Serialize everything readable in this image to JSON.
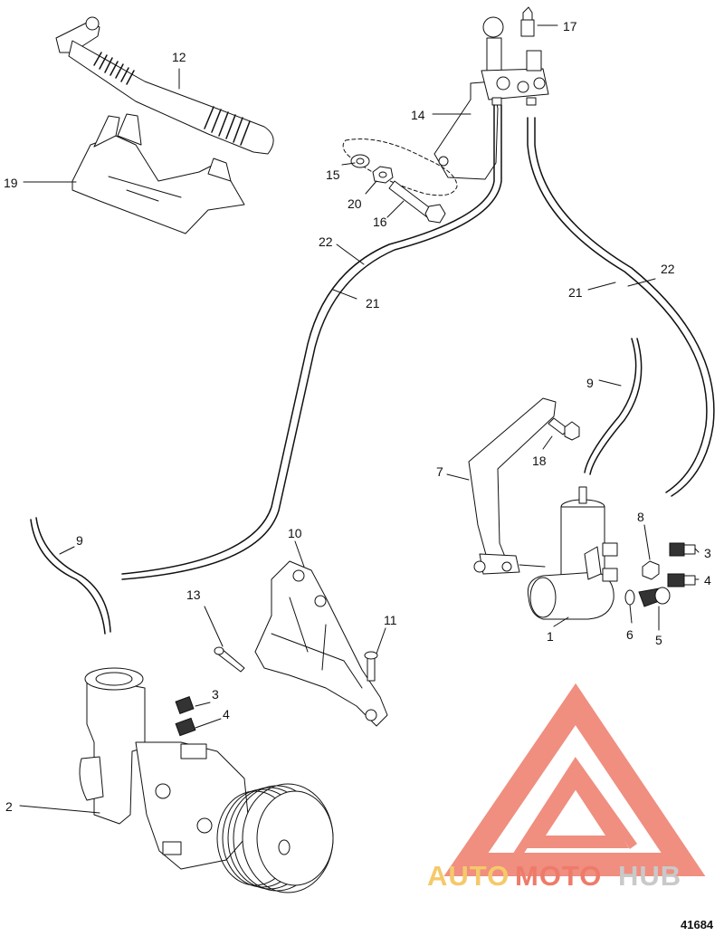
{
  "callouts": [
    {
      "id": "12",
      "text": "12"
    },
    {
      "id": "17",
      "text": "17"
    },
    {
      "id": "14",
      "text": "14"
    },
    {
      "id": "19",
      "text": "19"
    },
    {
      "id": "15",
      "text": "15"
    },
    {
      "id": "20",
      "text": "20"
    },
    {
      "id": "16",
      "text": "16"
    },
    {
      "id": "22a",
      "text": "22"
    },
    {
      "id": "21a",
      "text": "21"
    },
    {
      "id": "22b",
      "text": "22"
    },
    {
      "id": "21b",
      "text": "21"
    },
    {
      "id": "9a",
      "text": "9"
    },
    {
      "id": "18",
      "text": "18"
    },
    {
      "id": "7",
      "text": "7"
    },
    {
      "id": "8",
      "text": "8"
    },
    {
      "id": "3a",
      "text": "3"
    },
    {
      "id": "4a",
      "text": "4"
    },
    {
      "id": "1",
      "text": "1"
    },
    {
      "id": "6",
      "text": "6"
    },
    {
      "id": "5",
      "text": "5"
    },
    {
      "id": "9b",
      "text": "9"
    },
    {
      "id": "10",
      "text": "10"
    },
    {
      "id": "13",
      "text": "13"
    },
    {
      "id": "11",
      "text": "11"
    },
    {
      "id": "3b",
      "text": "3"
    },
    {
      "id": "4b",
      "text": "4"
    },
    {
      "id": "2",
      "text": "2"
    }
  ],
  "figure_number": "41684",
  "watermark": {
    "part1": "AUTO",
    "part2": "MOTO",
    "part3": "HUB",
    "color_auto": "#f5c96a",
    "color_moto": "#ee7b6a",
    "color_hub": "#c9c9c9",
    "logo_color": "#ee7b6a"
  }
}
